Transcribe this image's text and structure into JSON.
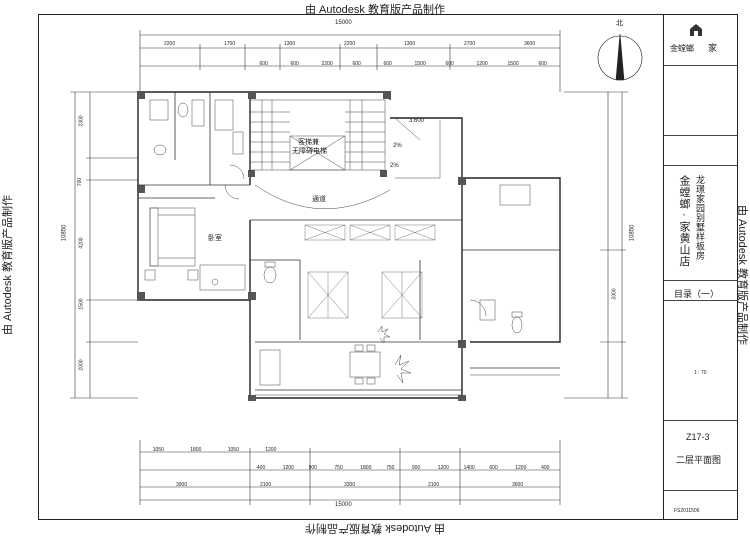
{
  "watermark": "由 Autodesk 教育版产品制作",
  "plan": {
    "top_overall": "15000",
    "top_dims_1": [
      "2200",
      "1700",
      "1300",
      "2200",
      "1300",
      "2700",
      "3600"
    ],
    "top_dims_2": [
      "600",
      "600",
      "2200",
      "600",
      "600",
      "1500",
      "600",
      "1200",
      "1500",
      "600"
    ],
    "left_dims": [
      "2300",
      "700",
      "4200",
      "1500",
      "2000"
    ],
    "left_overall": "10850",
    "right_dims": [
      "3300"
    ],
    "right_overall": "10850",
    "bottom_dims_1": [
      "1050",
      "1800",
      "1050",
      "1200"
    ],
    "bottom_dims_2": [
      "400",
      "1200",
      "900",
      "750",
      "1800",
      "750",
      "900",
      "1200",
      "1400",
      "600",
      "1200",
      "400"
    ],
    "bottom_dims_3": [
      "3900",
      "2100",
      "3300",
      "2100",
      "3600"
    ],
    "bottom_overall": "15000",
    "elevator_label_1": "客梯兼",
    "elevator_label_2": "无障碍电梯",
    "corridor_label": "通道",
    "bedroom_label": "卧室",
    "level_mark": "3.600",
    "slope_1": "2%",
    "slope_2": "2%",
    "north_mark": "北"
  },
  "titleblock": {
    "brand": "金螳螂",
    "brand_suffix": "家",
    "project": "金螳螂 · 家黄山店",
    "project_sub": "龙璟家园别墅样板房",
    "sheet_title": "目录（一）",
    "scale": "1 : 70",
    "drawing_no": "Z17-3",
    "drawing_name": "二层平面图",
    "code": "FS2011506"
  }
}
